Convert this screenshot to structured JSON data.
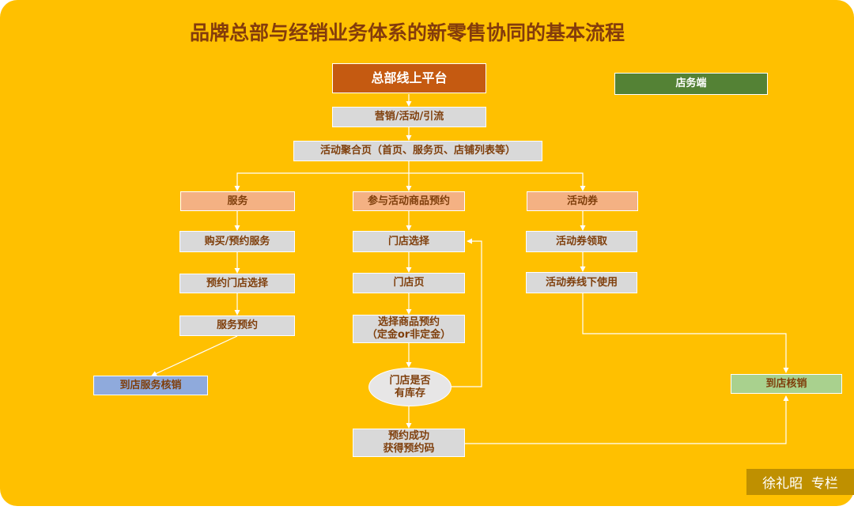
{
  "title": "品牌总部与经销业务体系的新零售协同的基本流程",
  "legend": {
    "store_side": "店务端"
  },
  "hq": "总部线上平台",
  "marketing": "营销/活动/引流",
  "aggregation": "活动聚合页（首页、服务页、店铺列表等）",
  "service_branch": {
    "head": "服务",
    "steps": [
      "购买/预约服务",
      "预约门店选择",
      "服务预约"
    ],
    "end": "到店服务核销"
  },
  "booking_branch": {
    "head": "参与活动商品预约",
    "store_select": "门店选择",
    "store_page": "门店页",
    "select_line1": "选择商品预约",
    "select_line2": "（定金or非定金）",
    "stock_line1": "门店是否",
    "stock_line2": "有库存",
    "success_line1": "预约成功",
    "success_line2": "获得预约码"
  },
  "coupon_branch": {
    "head": "活动券",
    "steps": [
      "活动券领取",
      "活动券线下使用"
    ],
    "end": "到店核销"
  },
  "badge": "徐礼昭  专栏",
  "colors": {
    "background": "#ffc000",
    "hq": "#c55a11",
    "store_legend": "#548235",
    "branch_head": "#f4b183",
    "step": "#d9d9d9",
    "service_end": "#8faadc",
    "coupon_end": "#a9d18e",
    "badge": "#bf9000",
    "connector": "#ffffff"
  }
}
